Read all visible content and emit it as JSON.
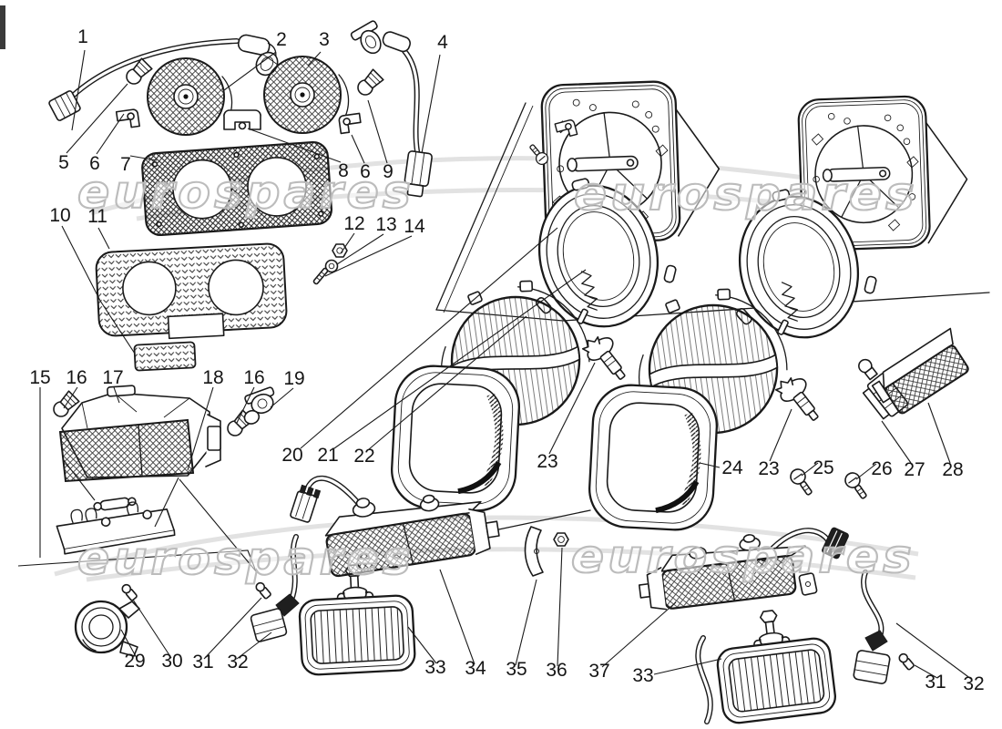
{
  "page": {
    "background": "#ffffff",
    "kind": "exploded-parts-diagram",
    "subject": "headlamps-and-front-lights"
  },
  "artwork": {
    "line_color": "#1a1a1a",
    "texture_color": "#2a2a2a"
  },
  "watermark": {
    "text": "eurospares",
    "instances": 4,
    "fill_color": "rgba(255,255,255,0.55)",
    "outline_color": "#bcbcbc",
    "swoosh_color": "#e2e2e2"
  },
  "callouts": {
    "c1": "1",
    "c2": "2",
    "c3": "3",
    "c4": "4",
    "c5": "5",
    "c6": "6",
    "c7": "7",
    "c8": "8",
    "c6b": "6",
    "c9": "9",
    "c10": "10",
    "c11": "11",
    "c12": "12",
    "c13": "13",
    "c14": "14",
    "c15": "15",
    "c16": "16",
    "c17": "17",
    "c18": "18",
    "c16b": "16",
    "c19": "19",
    "c20": "20",
    "c21": "21",
    "c22": "22",
    "c23": "23",
    "c24": "24",
    "c23b": "23",
    "c25": "25",
    "c26": "26",
    "c27": "27",
    "c28": "28",
    "c29": "29",
    "c30": "30",
    "c31": "31",
    "c32": "32",
    "c33": "33",
    "c34": "34",
    "c35": "35",
    "c36": "36",
    "c37": "37",
    "c33b": "33",
    "c31b": "31",
    "c32b": "32"
  }
}
